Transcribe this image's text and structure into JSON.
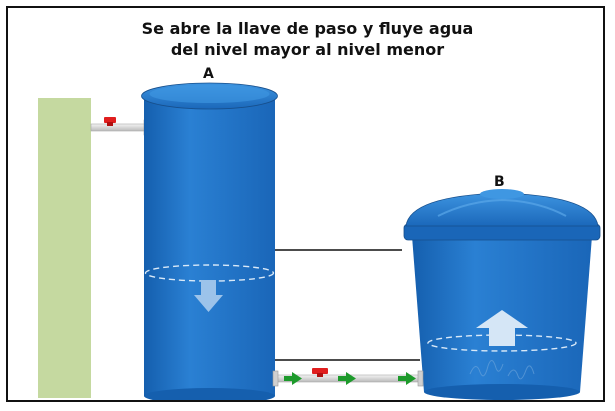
{
  "diagram": {
    "title_line1": "Se abre la llave de paso y fluye agua",
    "title_line2": "del nivel mayor al nivel menor",
    "label_a": "A",
    "label_b": "B",
    "colors": {
      "tank": "#1f73c7",
      "tank_dark": "#13559a",
      "tank_light": "#3b8fdd",
      "wall": "#c5d9a0",
      "pipe": "#d6d6d6",
      "valve": "#e01e1e",
      "flow_arrow": "#1d9a2b",
      "level_arrow": "#9cc3ea"
    }
  }
}
